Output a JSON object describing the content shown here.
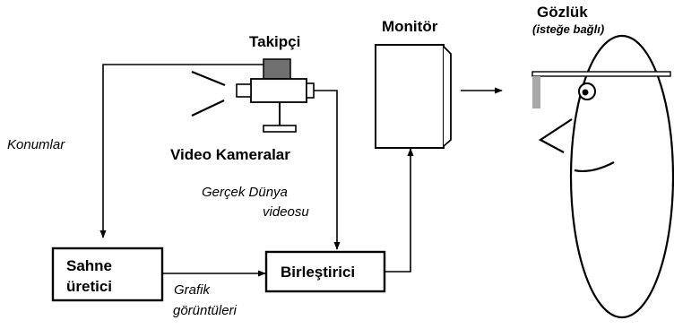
{
  "labels": {
    "takipci": "Takipçi",
    "video_kameralar": "Video Kameralar",
    "monitor": "Monitör",
    "gozluk": "Gözlük",
    "istege_bagli": "(isteğe bağlı)",
    "konumlar": "Konumlar",
    "gercek_dunya_line1": "Gerçek Dünya",
    "gercek_dunya_line2": "videosu",
    "sahne_line1": "Sahne",
    "sahne_line2": "üretici",
    "birlestirici": "Birleştirici",
    "grafik_line1": "Grafik",
    "grafik_line2": "görüntüleri"
  },
  "colors": {
    "tracker_fill": "#707070",
    "glasses_lens": "#a8a8a8",
    "ink": "#000000"
  }
}
